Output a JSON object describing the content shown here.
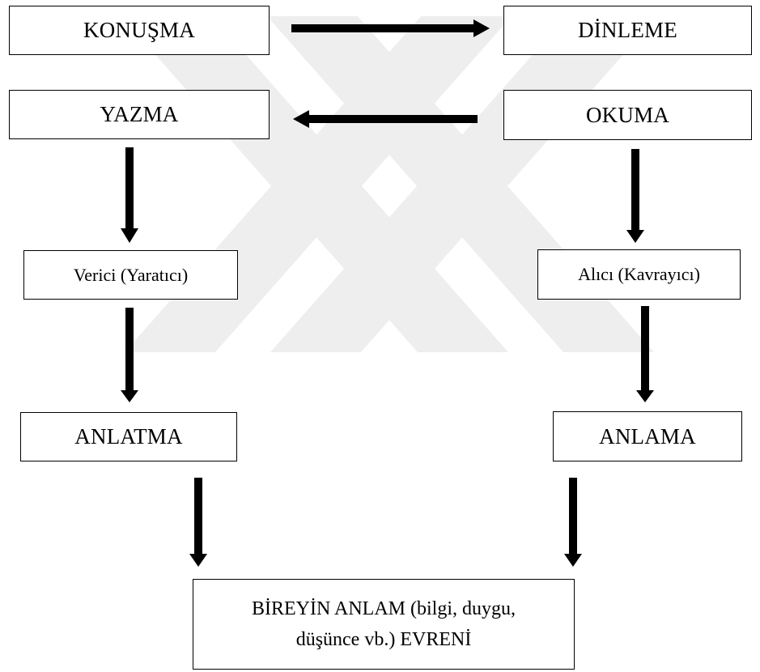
{
  "colors": {
    "border": "#000000",
    "arrow": "#000000",
    "watermark": "#eeeeee",
    "background": "#ffffff"
  },
  "watermark": {
    "icon": "thesis-logo-watermark"
  },
  "boxes": {
    "konusma": "KONUŞMA",
    "dinleme": "DİNLEME",
    "yazma": "YAZMA",
    "okuma": "OKUMA",
    "verici": "Verici (Yaratıcı)",
    "alici": "Alıcı (Kavrayıcı)",
    "anlatma": "ANLATMA",
    "anlama": "ANLAMA",
    "final_line1": "BİREYİN ANLAM (bilgi, duygu,",
    "final_line2": "düşünce vb.) EVRENİ"
  }
}
